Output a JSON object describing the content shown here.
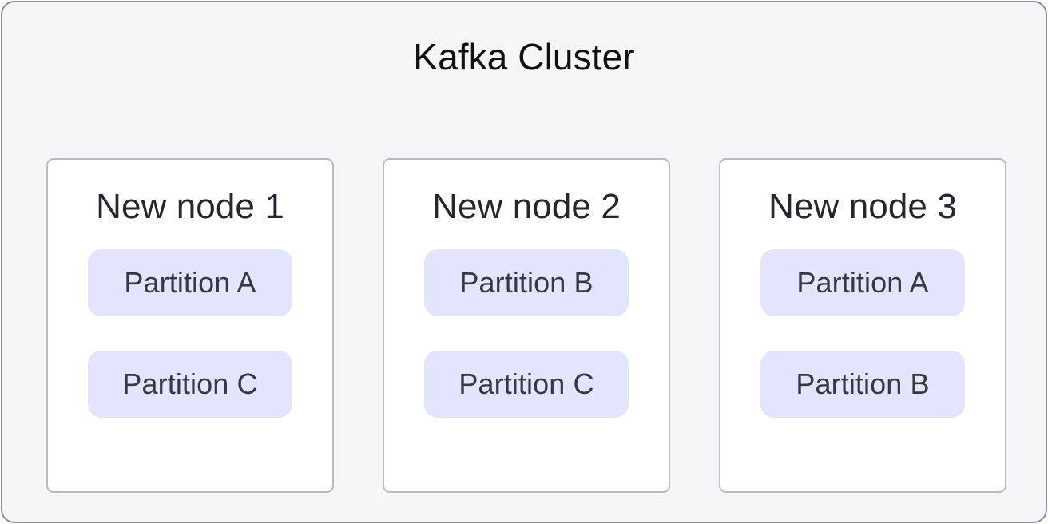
{
  "diagram": {
    "type": "architecture-diagram",
    "title": "Kafka Cluster",
    "background_color": "#f5f5f7",
    "border_color": "#8d8d96",
    "title_color": "#111114",
    "node_card_color": "#ffffff",
    "node_border_color": "#b9b9c0",
    "partition_pill_color": "#e2e5fb",
    "partition_text_color": "#383842"
  },
  "nodes": [
    {
      "label": "New node 1",
      "partitions": [
        {
          "label": "Partition A"
        },
        {
          "label": "Partition C"
        }
      ]
    },
    {
      "label": "New node 2",
      "partitions": [
        {
          "label": "Partition B"
        },
        {
          "label": "Partition C"
        }
      ]
    },
    {
      "label": "New node 3",
      "partitions": [
        {
          "label": "Partition A"
        },
        {
          "label": "Partition B"
        }
      ]
    }
  ]
}
